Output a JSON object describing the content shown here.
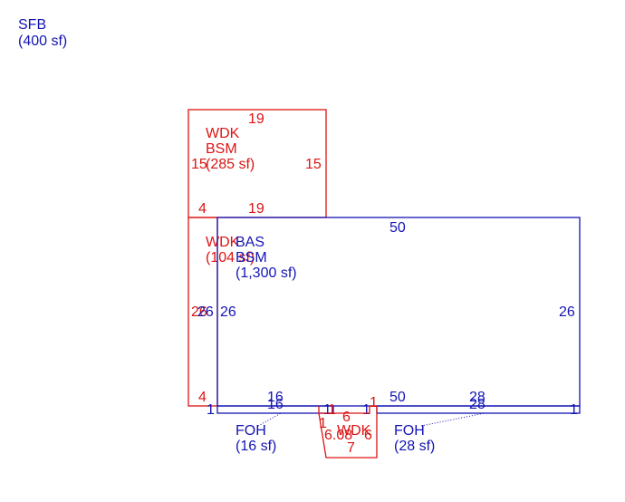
{
  "colors": {
    "living_area": "#1414b4",
    "deck": "#dc1414"
  },
  "summary": {
    "code": "SFB",
    "area": "(400 sf)"
  },
  "areas": {
    "wdk_bsm": {
      "code": "WDK",
      "sub": "BSM",
      "area": "(285 sf)",
      "dims": {
        "top": "19",
        "bottom": "19",
        "left": "15",
        "right": "15"
      }
    },
    "wdk_side": {
      "code": "WDK",
      "area": "(104 sf)",
      "dims": {
        "top": "4",
        "bottom": "4",
        "left": "26"
      }
    },
    "bas_bsm": {
      "code": "BAS",
      "sub": "BSM",
      "area": "(1,300 sf)",
      "dims": {
        "top": "50",
        "bottom": "50",
        "left": "26",
        "right": "26"
      }
    },
    "foh_left": {
      "code": "FOH",
      "area": "(16 sf)",
      "dims": {
        "top": "16",
        "bottom": "16",
        "left": "1",
        "right": "1"
      }
    },
    "foh_right": {
      "code": "FOH",
      "area": "(28 sf)",
      "dims": {
        "top": "28",
        "bottom": "28",
        "left": "1",
        "right": "1"
      }
    },
    "wdk_small": {
      "code": "WDK",
      "dims": {
        "top": "6",
        "bottom": "7",
        "left": "6.08",
        "right": "6",
        "left_short": "1",
        "right_short": "1"
      }
    }
  }
}
